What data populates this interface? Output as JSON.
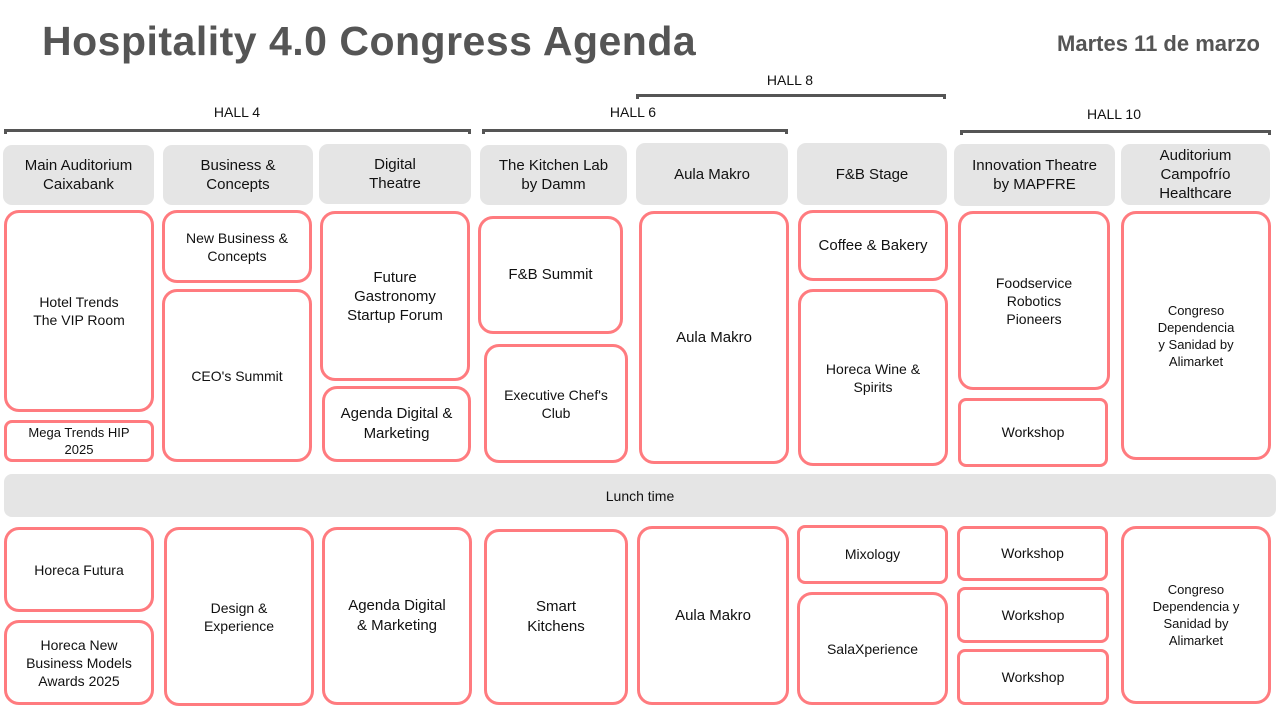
{
  "header": {
    "title": "Hospitality 4.0 Congress Agenda",
    "date": "Martes 11 de marzo"
  },
  "halls": [
    "HALL 4",
    "HALL 6",
    "HALL 8",
    "HALL 10"
  ],
  "rooms": [
    "Main Auditorium\nCaixabank",
    "Business &\nConcepts",
    "Digital\nTheatre",
    "The Kitchen Lab\nby Damm",
    "Aula Makro",
    "F&B Stage",
    "Innovation Theatre\nby MAPFRE",
    "Auditorium\nCampofrío\nHealthcare"
  ],
  "sessions": [
    "Hotel Trends\nThe VIP Room",
    "Mega Trends HIP\n2025",
    "Horeca Futura",
    "Horeca New\nBusiness Models\nAwards 2025",
    "New Business &\nConcepts",
    "CEO's Summit",
    "Design &\nExperience",
    "Future\nGastronomy\nStartup Forum",
    "Agenda Digital &\nMarketing",
    "Agenda Digital\n& Marketing",
    "F&B Summit",
    "Executive Chef's\nClub",
    "Smart\nKitchens",
    "Aula Makro",
    "Aula Makro",
    "Coffee & Bakery",
    "Horeca Wine &\nSpirits",
    "Mixology",
    "SalaXperience",
    "Foodservice\nRobotics\nPioneers",
    "Workshop",
    "Workshop",
    "Workshop",
    "Workshop",
    "Congreso\nDependencia\ny Sanidad by\nAlimarket",
    "Congreso\nDependencia y\nSanidad by\nAlimarket"
  ],
  "lunch": "Lunch time",
  "colors": {
    "accent": "#ff7b7f",
    "header_bg": "#e5e5e5",
    "title": "#555555"
  }
}
